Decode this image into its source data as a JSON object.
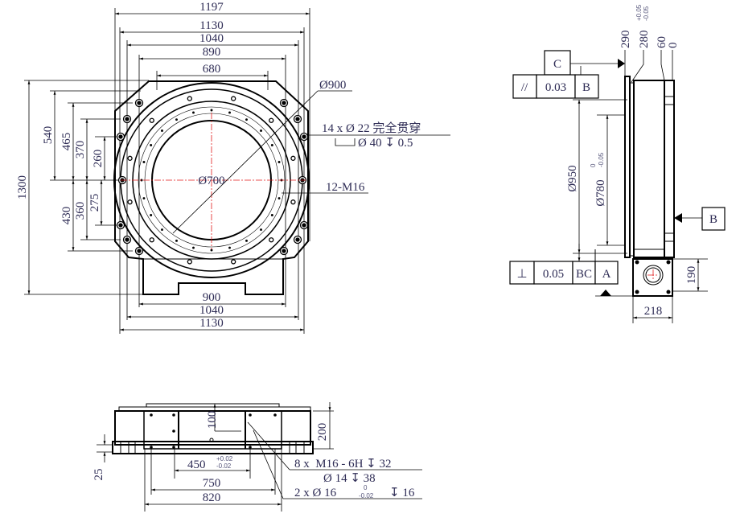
{
  "main_view": {
    "top_dims": [
      "1197",
      "1130",
      "1040",
      "890",
      "680"
    ],
    "bottom_dims": [
      "900",
      "1040",
      "1130"
    ],
    "left_dims_upper": [
      "1300",
      "540",
      "465",
      "370",
      "260"
    ],
    "left_dims_lower": [
      "430",
      "360",
      "275"
    ],
    "outer_diameter": "Ø900",
    "bore_diameter": "Ø700",
    "through_holes": "14 x Ø 22 完全贯穿",
    "counterbore": "Ø 40 ↧ 0.5",
    "counterbore_symbol": "⌴",
    "threaded_holes": "12-M16"
  },
  "side_view": {
    "datum_c": "C",
    "parallelism": {
      "symbol": "//",
      "tolerance": "0.03",
      "datum": "B"
    },
    "top_dims": [
      "290",
      "280",
      "60",
      "0"
    ],
    "top_tol_upper": "+0.05",
    "top_tol_lower": "-0.05",
    "diameter_950": "Ø950",
    "diameter_780": "Ø780",
    "tol_780_upper": "0",
    "tol_780_lower": "-0.05",
    "datum_b": "B",
    "perpendicularity": {
      "symbol": "⊥",
      "tolerance": "0.05",
      "datum1": "BC",
      "datum2": "A"
    },
    "width": "218",
    "height": "190"
  },
  "bottom_view": {
    "dim_100": "100",
    "dim_200": "200",
    "dim_25": "25",
    "dim_450": "450",
    "tol_450_upper": "+0.02",
    "tol_450_lower": "-0.02",
    "dim_750": "750",
    "dim_820": "820",
    "note_threads": "8 x  M16 - 6H ↧ 32",
    "note_threads_2": "Ø 14 ↧ 38",
    "note_pins": "2 x Ø 16",
    "pin_tol_upper": "0",
    "pin_tol_lower": "-0.02",
    "pin_depth": "↧ 16"
  },
  "colors": {
    "text": "#2e2c55",
    "centerline": "#e21b1b"
  }
}
